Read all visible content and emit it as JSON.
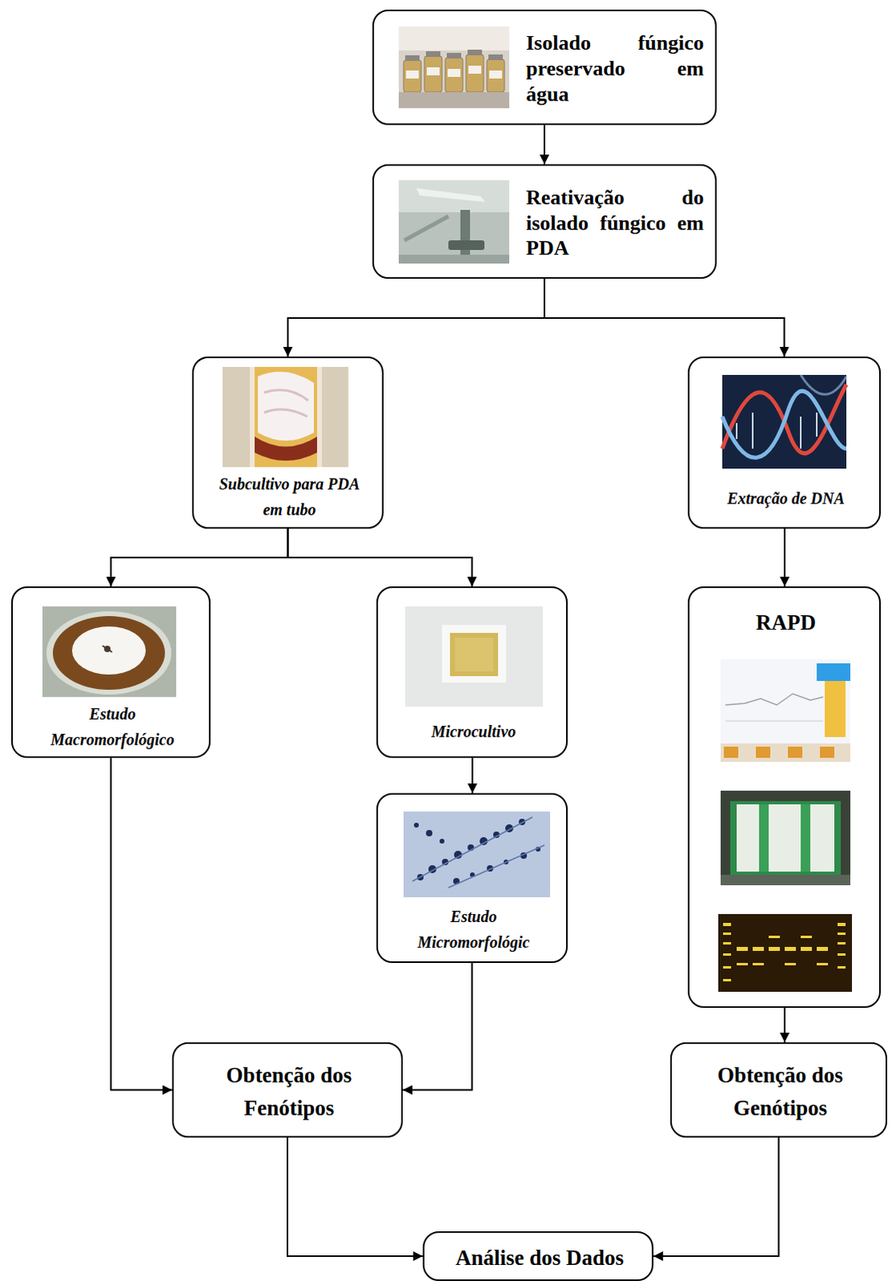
{
  "diagram": {
    "nodes": [
      {
        "text": [
          "Isolado fúngico preservado em água"
        ]
      },
      {
        "text": [
          "Reativação do isolado fúngico em PDA"
        ]
      },
      {
        "text": [
          "Subcultivo para PDA em tubo"
        ]
      },
      {
        "text": [
          "Extração de DNA"
        ]
      },
      {
        "text": [
          "Estudo Macromorfológico"
        ]
      },
      {
        "text": [
          "Microcultivo"
        ]
      },
      {
        "text": [
          "RAPD"
        ]
      },
      {
        "text": [
          "Estudo Micromorfológic"
        ]
      },
      {
        "text": [
          "Obtenção dos Fenótipos"
        ]
      },
      {
        "text": [
          "Obtenção dos Genótipos"
        ]
      },
      {
        "text": [
          "Análise dos Dados"
        ]
      }
    ],
    "edges": [
      {
        "from": 0,
        "to": 1,
        "arrow": "to"
      },
      {
        "from": 1,
        "to": 2,
        "arrow": "to"
      },
      {
        "from": 1,
        "to": 3,
        "arrow": "to"
      },
      {
        "from": 2,
        "to": 4,
        "arrow": "to"
      },
      {
        "from": 2,
        "to": 5,
        "arrow": "to"
      },
      {
        "from": 5,
        "to": 7,
        "arrow": "to"
      },
      {
        "from": 3,
        "to": 6,
        "arrow": "to"
      },
      {
        "from": 4,
        "to": 8,
        "arrow": "to"
      },
      {
        "from": 7,
        "to": 8,
        "arrow": "to"
      },
      {
        "from": 6,
        "to": 9,
        "arrow": "to"
      },
      {
        "from": 8,
        "to": 10,
        "arrow": "to"
      },
      {
        "from": 9,
        "to": 10,
        "arrow": "to"
      }
    ]
  }
}
